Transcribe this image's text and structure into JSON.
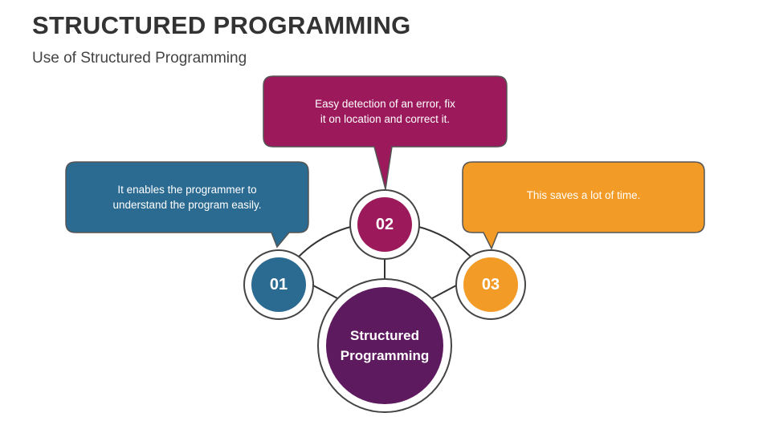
{
  "header": {
    "title": "STRUCTURED PROGRAMMING",
    "subtitle": "Use of Structured Programming"
  },
  "center": {
    "line1": "Structured",
    "line2": "Programming",
    "color": "#5e1a5e"
  },
  "nodes": [
    {
      "number": "01",
      "text_line1": "It enables the programmer to",
      "text_line2": "understand the program easily.",
      "color": "#2b6a91"
    },
    {
      "number": "02",
      "text_line1": "Easy detection of an error, fix",
      "text_line2": "it on location and correct it.",
      "color": "#9c1a5c"
    },
    {
      "number": "03",
      "text_line1": "This saves a lot of time.",
      "text_line2": "",
      "color": "#f29b26"
    }
  ],
  "colors": {
    "ring_border": "#444444",
    "connector": "#333333"
  }
}
